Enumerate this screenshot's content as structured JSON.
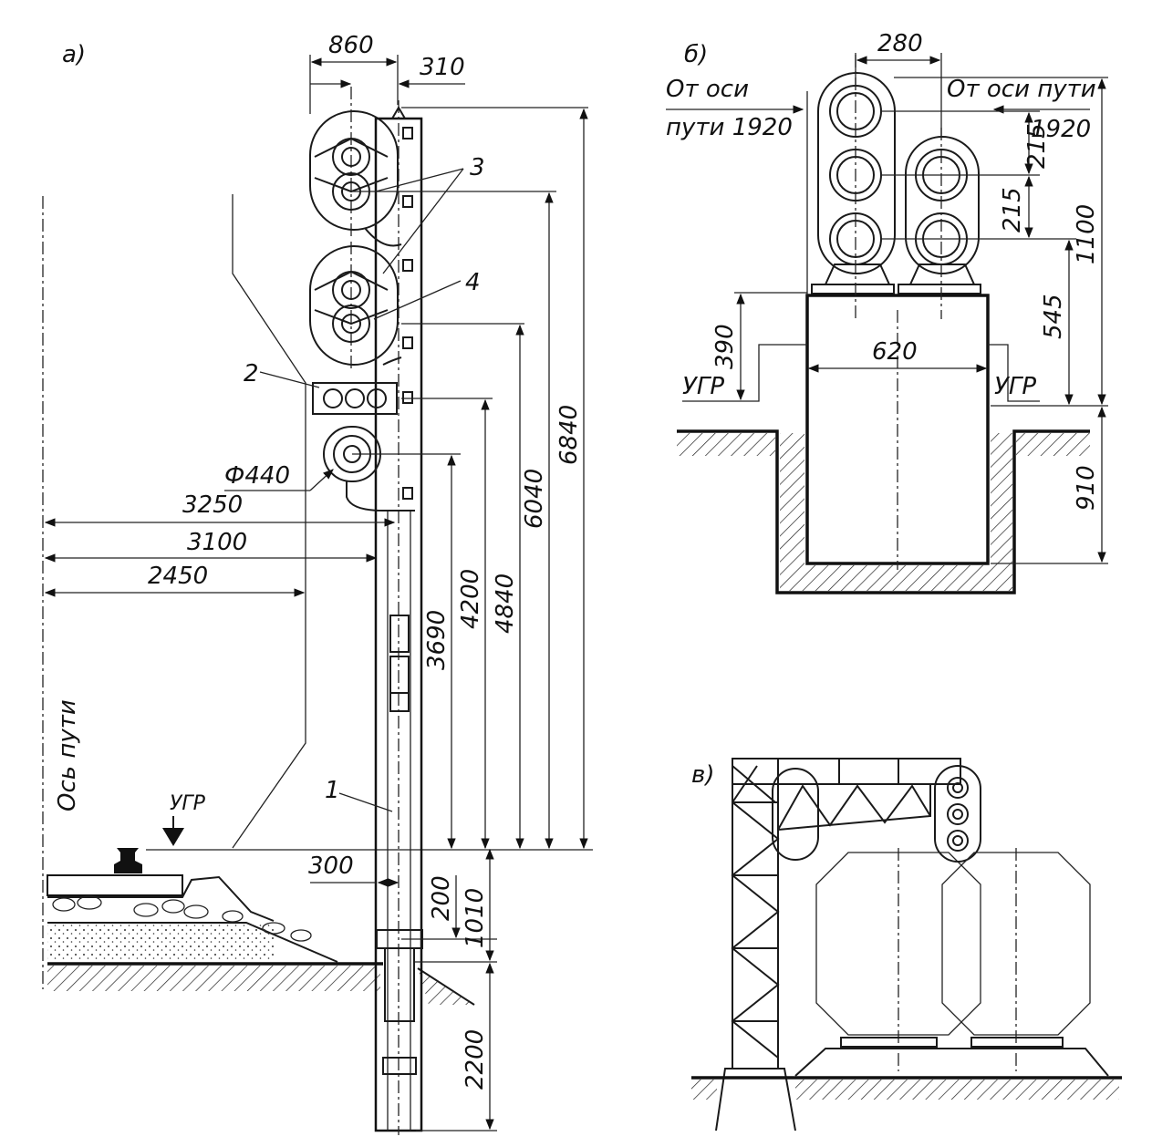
{
  "figure": {
    "panel_a": {
      "label": "а)",
      "dims": {
        "head_width": "860",
        "offset_mast": "310",
        "d6840": "6840",
        "d6040": "6040",
        "d4840": "4840",
        "d4200": "4200",
        "d3690": "3690",
        "d3250": "3250",
        "d3100": "3100",
        "d2450": "2450",
        "d300": "300",
        "d200": "200",
        "d1010": "1010",
        "d2200": "2200",
        "diameter": "Ф440"
      },
      "callouts": [
        "1",
        "2",
        "3",
        "4"
      ],
      "axis_label": "Ось пути",
      "ugr": "УГР"
    },
    "panel_b": {
      "label": "б)",
      "dims": {
        "d280": "280",
        "d215a": "215",
        "d215b": "215",
        "d1100": "1100",
        "d545": "545",
        "d390": "390",
        "d620": "620",
        "d910": "910"
      },
      "left_note_line1": "От оси",
      "left_note_line2": "пути 1920",
      "right_note_line1": "От  оси пути",
      "right_note_line2": "1920",
      "ugr_left": "УГР",
      "ugr_right": "УГР"
    },
    "panel_c": {
      "label": "в)"
    }
  }
}
